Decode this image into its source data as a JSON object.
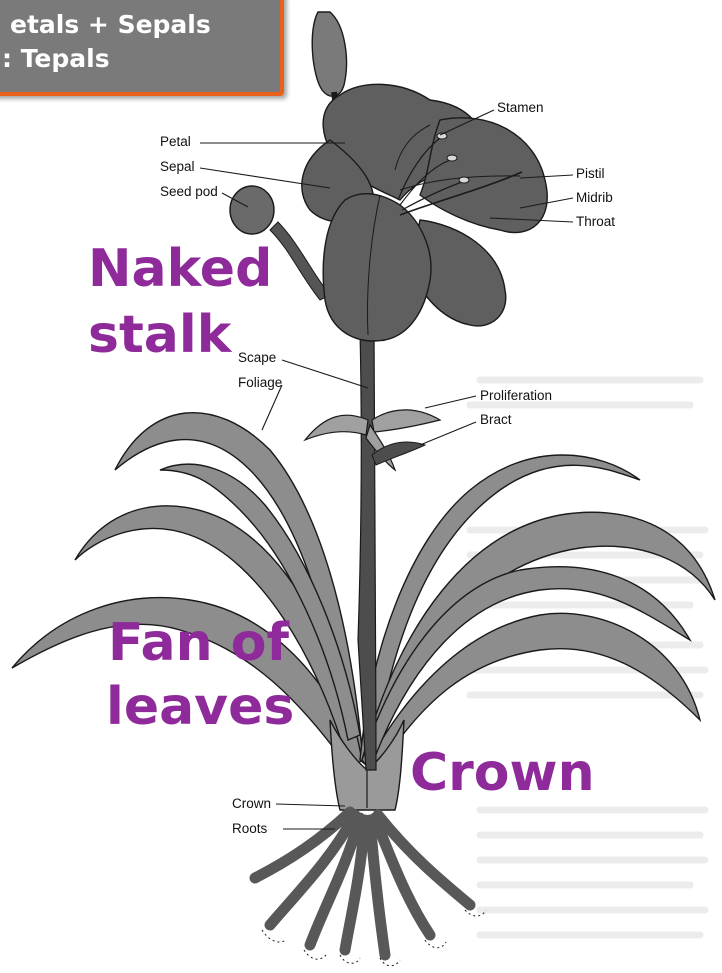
{
  "callout": {
    "line1": "etals + Sepals",
    "line2": ": Tepals"
  },
  "annotations": {
    "naked_stalk_1": "Naked",
    "naked_stalk_2": "stalk",
    "fan_of_leaves_1": "Fan of",
    "fan_of_leaves_2": "leaves",
    "crown": "Crown"
  },
  "labels": {
    "petal": "Petal",
    "sepal": "Sepal",
    "seed_pod": "Seed pod",
    "stamen": "Stamen",
    "pistil": "Pistil",
    "midrib": "Midrib",
    "throat": "Throat",
    "scape": "Scape",
    "foliage": "Foliage",
    "proliferation": "Proliferation",
    "bract": "Bract",
    "crown": "Crown",
    "roots": "Roots"
  },
  "colors": {
    "annotation": "#8e2a99",
    "callout_bg": "#7a7a7a",
    "callout_border": "#e8601c",
    "flower": "#5f5f5f",
    "leaf": "#8d8d8d",
    "stem": "#4d4d4d",
    "roots": "#585858"
  }
}
